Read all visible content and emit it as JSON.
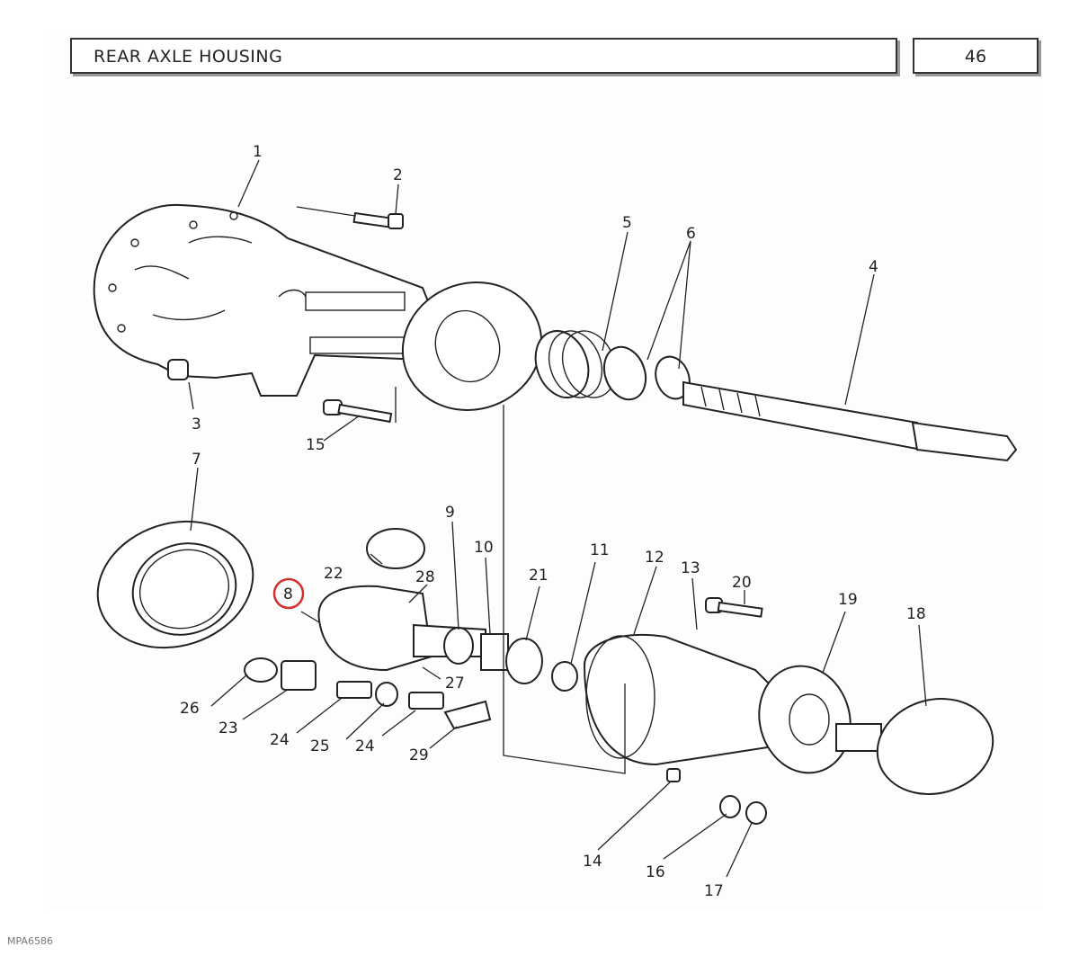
{
  "header": {
    "title": "REAR AXLE HOUSING",
    "page_number": "46"
  },
  "footer": {
    "image_code": "MPA6586"
  },
  "highlight": {
    "label": "8",
    "color": "#d32f2f"
  },
  "callouts": [
    "1",
    "2",
    "3",
    "4",
    "5",
    "6",
    "7",
    "9",
    "10",
    "11",
    "12",
    "13",
    "14",
    "15",
    "16",
    "17",
    "18",
    "19",
    "20",
    "21",
    "22",
    "23",
    "24",
    "24",
    "25",
    "26",
    "27",
    "28",
    "29"
  ]
}
